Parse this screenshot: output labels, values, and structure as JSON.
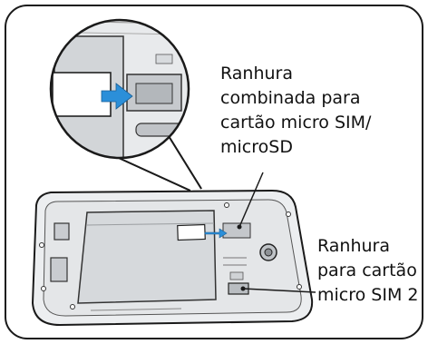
{
  "callouts": {
    "combined_slot": {
      "lines": [
        "Ranhura",
        "combinada para",
        "cartão micro SIM/",
        "microSD"
      ]
    },
    "sim2_slot": {
      "lines": [
        "Ranhura",
        "para cartão",
        "micro SIM 2"
      ]
    }
  },
  "colors": {
    "outline": "#1a1a1a",
    "phone_body": "#e6e8ea",
    "battery_panel": "#d4d7da",
    "insertion_arrow": "#2b8fd9"
  }
}
